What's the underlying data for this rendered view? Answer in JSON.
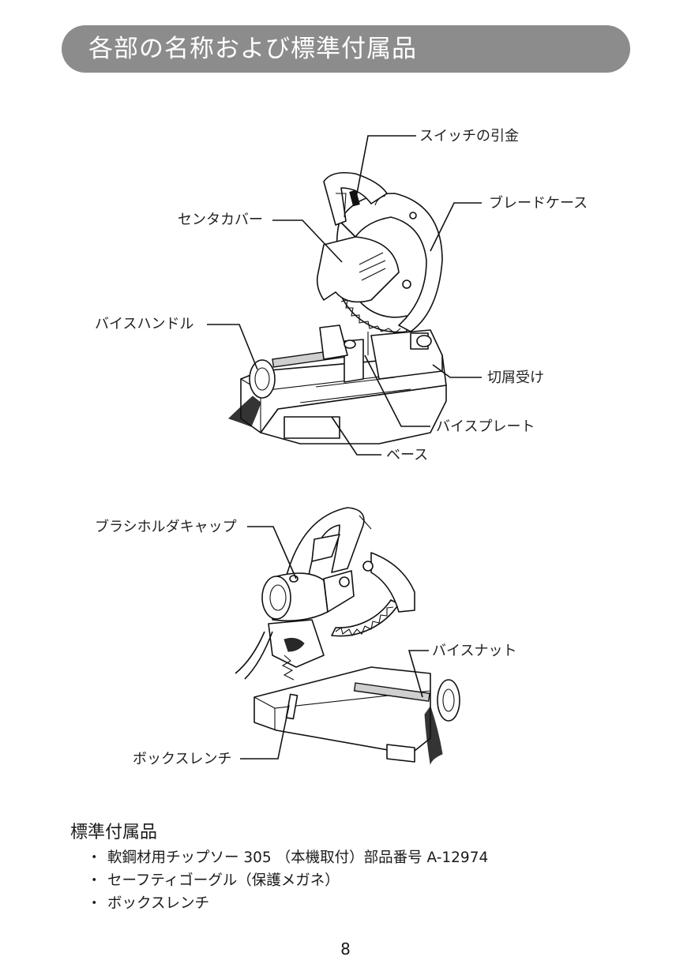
{
  "header": {
    "title": "各部の名称および標準付属品"
  },
  "figure1": {
    "labels": {
      "switch_trigger": "スイッチの引金",
      "blade_case": "ブレードケース",
      "center_cover": "センタカバー",
      "vise_handle": "バイスハンドル",
      "chip_receiver": "切屑受け",
      "vise_plate": "バイスプレート",
      "base": "ベース"
    }
  },
  "figure2": {
    "labels": {
      "brush_holder_cap": "ブラシホルダキャップ",
      "vise_nut": "バイスナット",
      "box_wrench": "ボックスレンチ"
    }
  },
  "accessories": {
    "title": "標準付属品",
    "bullet": "・",
    "items": [
      "軟鋼材用チップソー 305 （本機取付）部品番号 A-12974",
      "セーフティゴーグル（保護メガネ）",
      "ボックスレンチ"
    ]
  },
  "page_number": "8"
}
